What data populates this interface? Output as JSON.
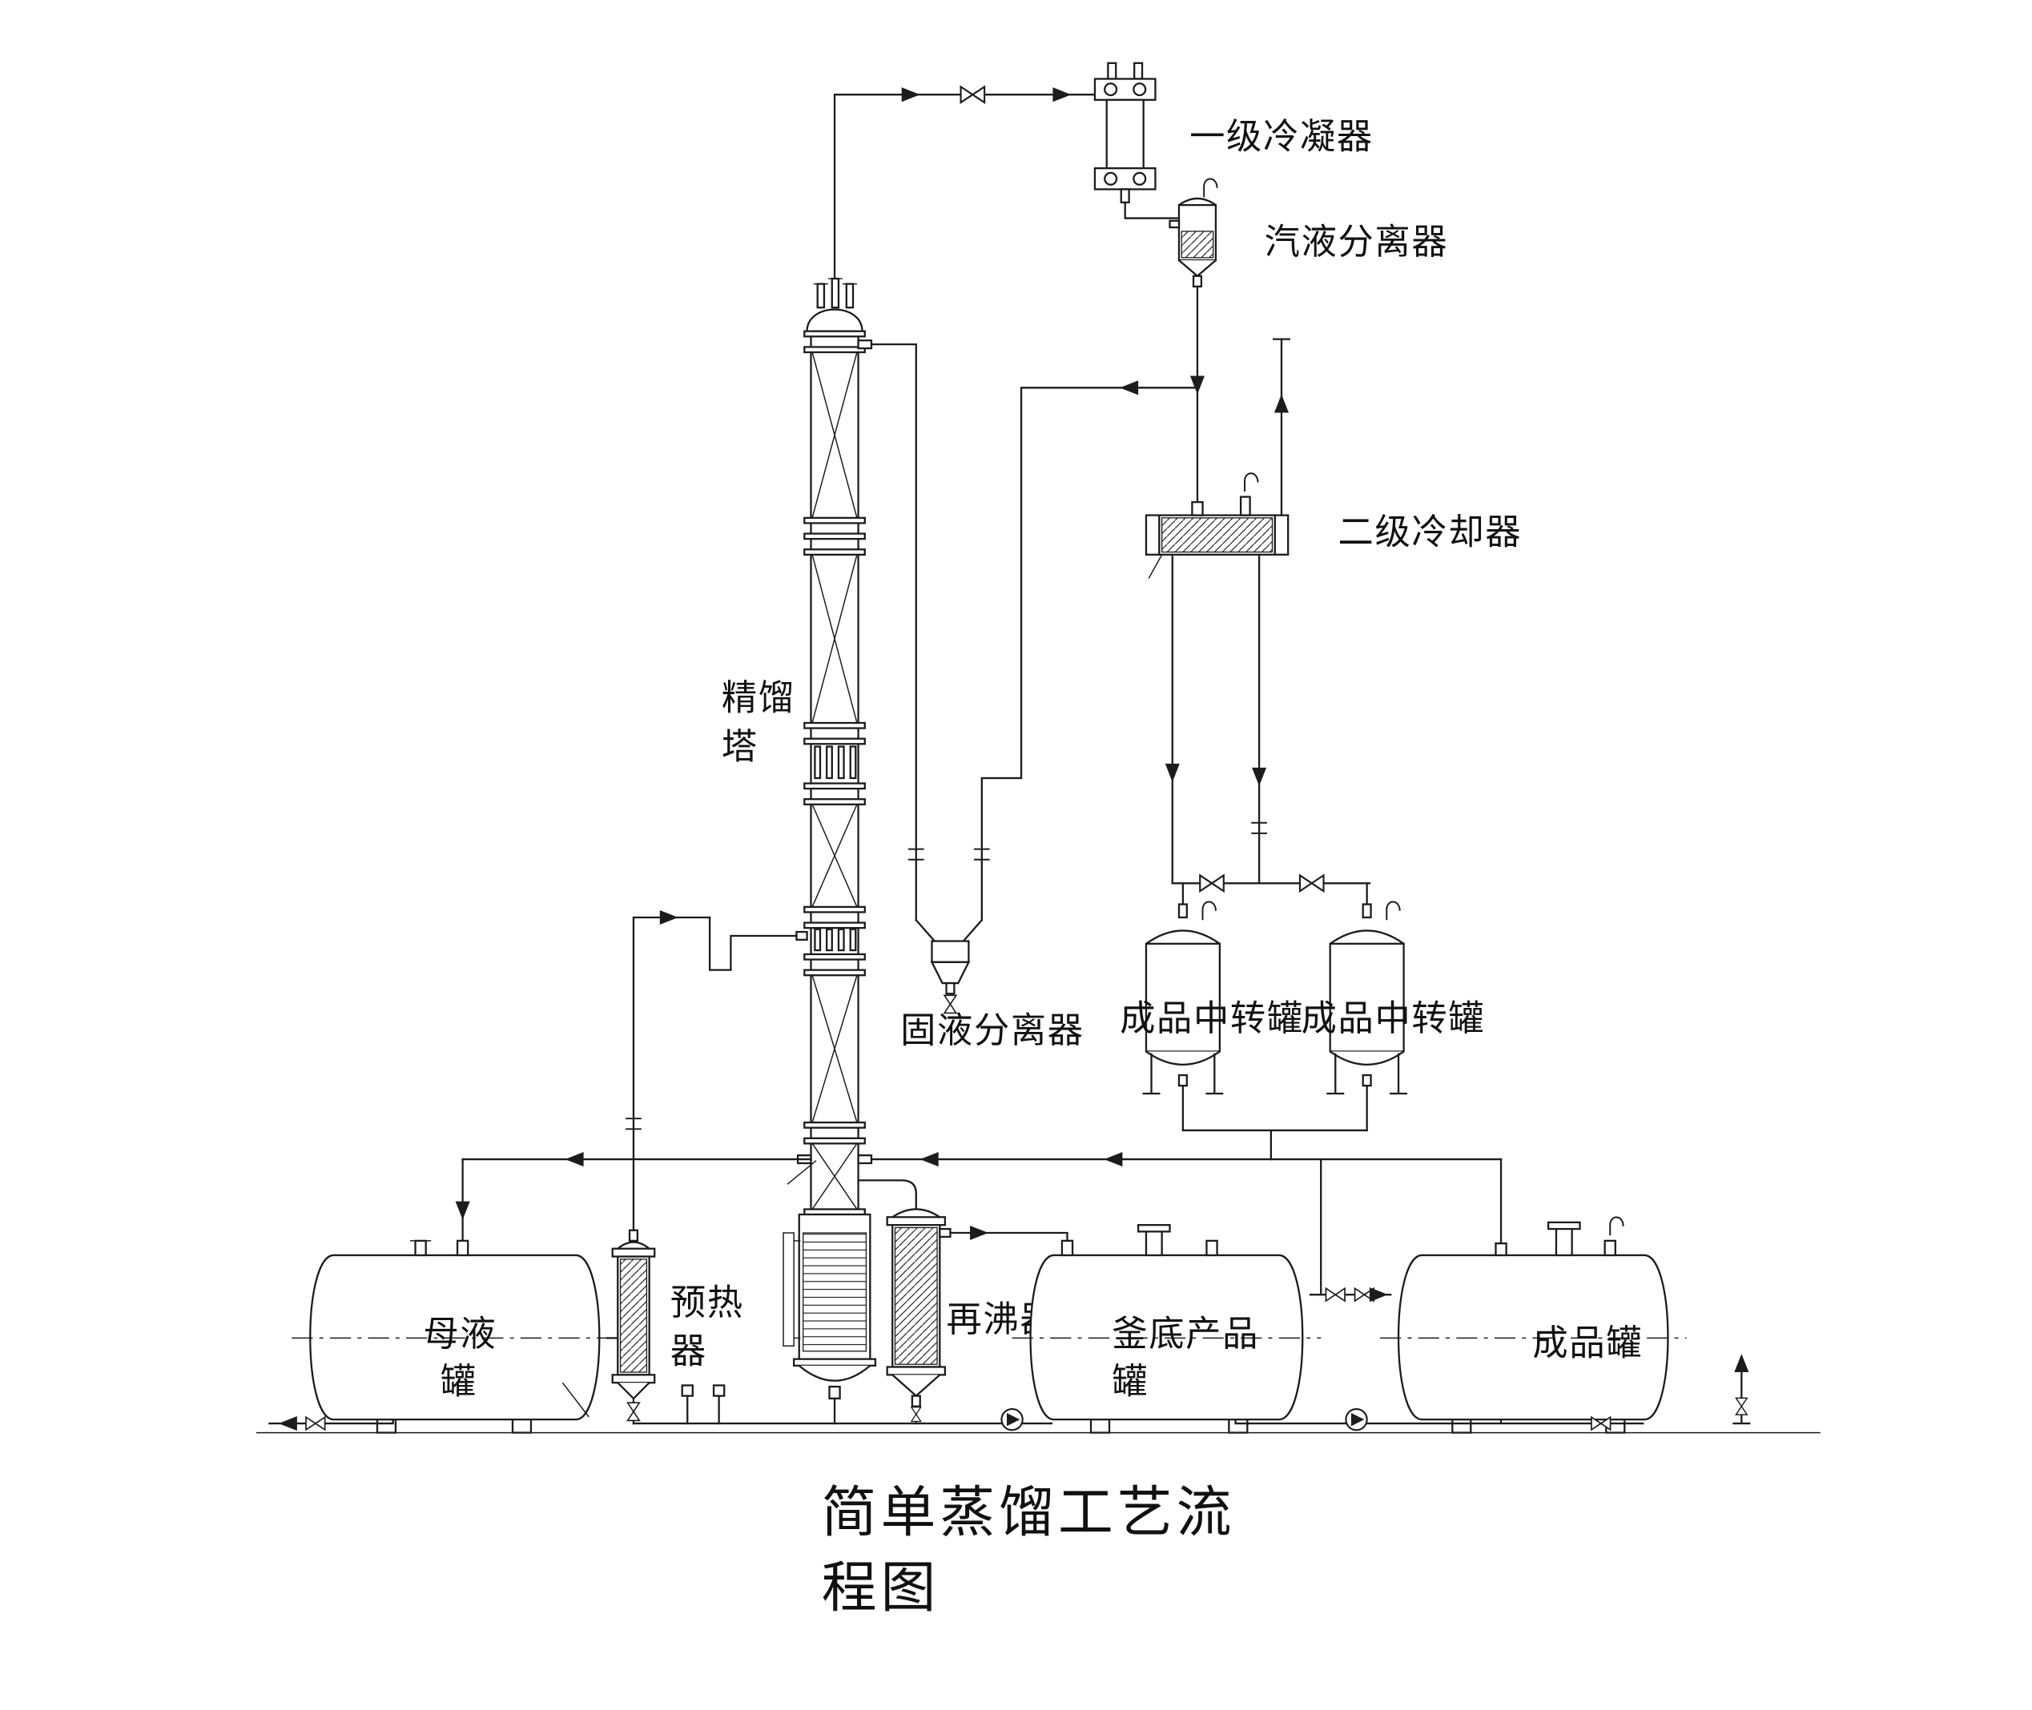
{
  "diagram": {
    "title": {
      "line1": "简单蒸馏工艺流",
      "line2": "程图"
    },
    "equipment_labels": {
      "primary_condenser": "一级冷凝器",
      "vapor_liquid_separator": "汽液分离器",
      "secondary_cooler": "二级冷却器",
      "distillation_column_line1": "精馏",
      "distillation_column_line2": "塔",
      "solid_liquid_separator": "固液分离器",
      "product_transfer_tank_left": "成品中转罐",
      "product_transfer_tank_right": "成品中转罐",
      "mother_liquor_tank_line1": "母液",
      "mother_liquor_tank_line2": "罐",
      "preheater_line1": "预热",
      "preheater_line2": "器",
      "reboiler": "再沸器",
      "bottom_product_tank_line1": "釜底产品",
      "bottom_product_tank_line2": "罐",
      "product_tank": "成品罐"
    },
    "colors": {
      "line": "#1c1c1c",
      "background": "#ffffff"
    }
  }
}
